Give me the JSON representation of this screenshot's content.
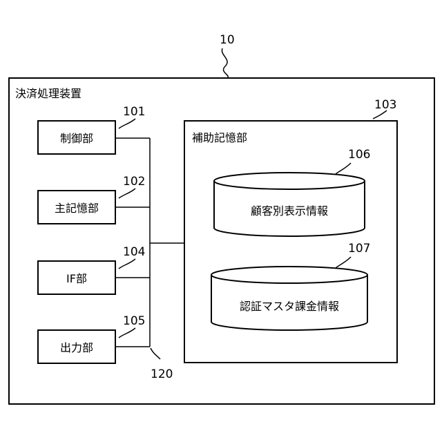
{
  "device": {
    "ref": "10",
    "title": "決済処理装置"
  },
  "units": [
    {
      "ref": "101",
      "label": "制御部"
    },
    {
      "ref": "102",
      "label": "主記憶部"
    },
    {
      "ref": "104",
      "label": "IF部"
    },
    {
      "ref": "105",
      "label": "出力部"
    }
  ],
  "bus": {
    "ref": "120"
  },
  "storage": {
    "ref": "103",
    "title": "補助記憶部",
    "databases": [
      {
        "ref": "106",
        "label": "顧客別表示情報"
      },
      {
        "ref": "107",
        "label": "認証マスタ課金情報"
      }
    ]
  }
}
